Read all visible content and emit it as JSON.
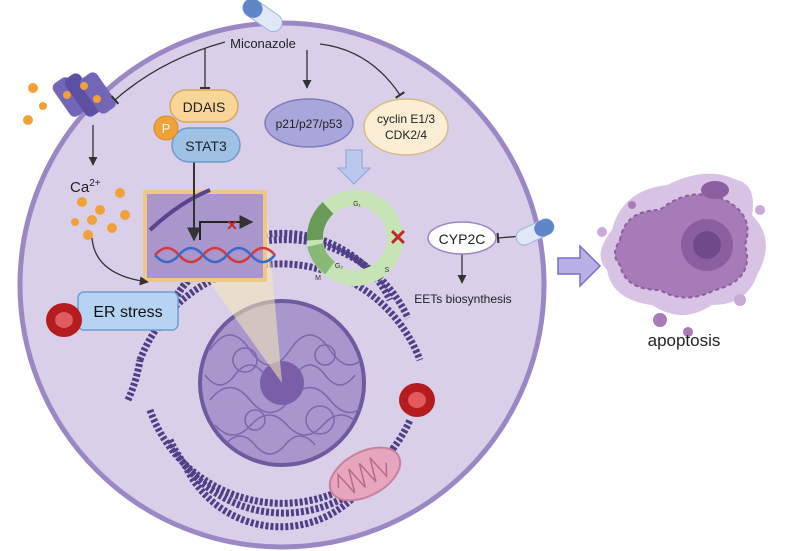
{
  "labels": {
    "drug": "Miconazole",
    "protein1": "DDAIS",
    "phospho": "P",
    "protein2": "STAT3",
    "cdki": "p21/p27/p53",
    "cyclin_line1": "cyclin E1/3",
    "cyclin_line2": "CDK2/4",
    "calcium": "Ca",
    "calcium_sup": "2+",
    "er_stress": "ER stress",
    "cyp": "CYP2C",
    "eets": "EETs biosynthesis",
    "outcome": "apoptosis"
  },
  "cell_cycle": {
    "phases": [
      "G₁",
      "S",
      "G₂",
      "M"
    ],
    "block_mark": "✕"
  },
  "colors": {
    "cell_fill": "#d9cfe9",
    "cell_border": "#9b87c4",
    "nucleus": "#8f78b8",
    "er_dark": "#4e3f86",
    "calcium": "#f0a238",
    "stat_fill": "#9fc1e6",
    "ddais_fill": "#f8d69a",
    "cdki_fill": "#a9a6dc",
    "cyclin_fill": "#fbeed5",
    "er_box": "#b7d3f2",
    "inhibit_red": "#c0282b",
    "rbc": "#b51c20",
    "mito": "#e6a6bd",
    "cycle_light": "#c7e4b6",
    "cycle_dark": "#6a9a58",
    "apoptotic_cell": "#a67bb8",
    "arrow_fill": "#b9b0e8"
  }
}
